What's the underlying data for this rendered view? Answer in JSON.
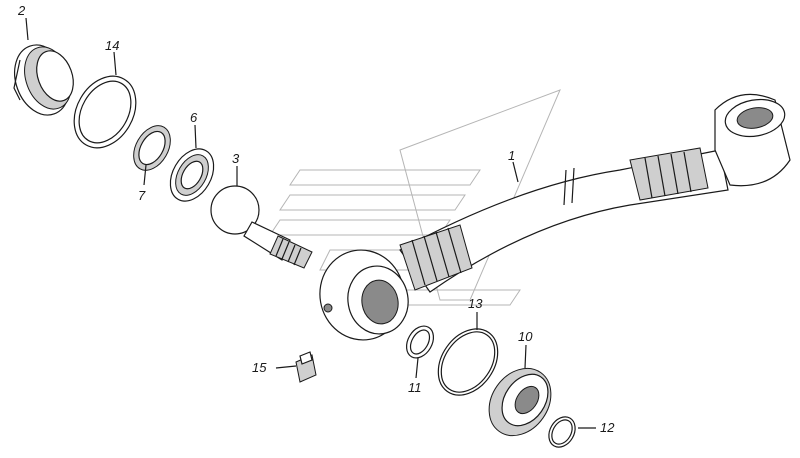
{
  "diagram": {
    "labels": [
      {
        "id": "1",
        "text": "1"
      },
      {
        "id": "2",
        "text": "2"
      },
      {
        "id": "3",
        "text": "3"
      },
      {
        "id": "6",
        "text": "6"
      },
      {
        "id": "7",
        "text": "7"
      },
      {
        "id": "10",
        "text": "10"
      },
      {
        "id": "11",
        "text": "11"
      },
      {
        "id": "12",
        "text": "12"
      },
      {
        "id": "13",
        "text": "13"
      },
      {
        "id": "14",
        "text": "14"
      },
      {
        "id": "15",
        "text": "15"
      }
    ]
  }
}
